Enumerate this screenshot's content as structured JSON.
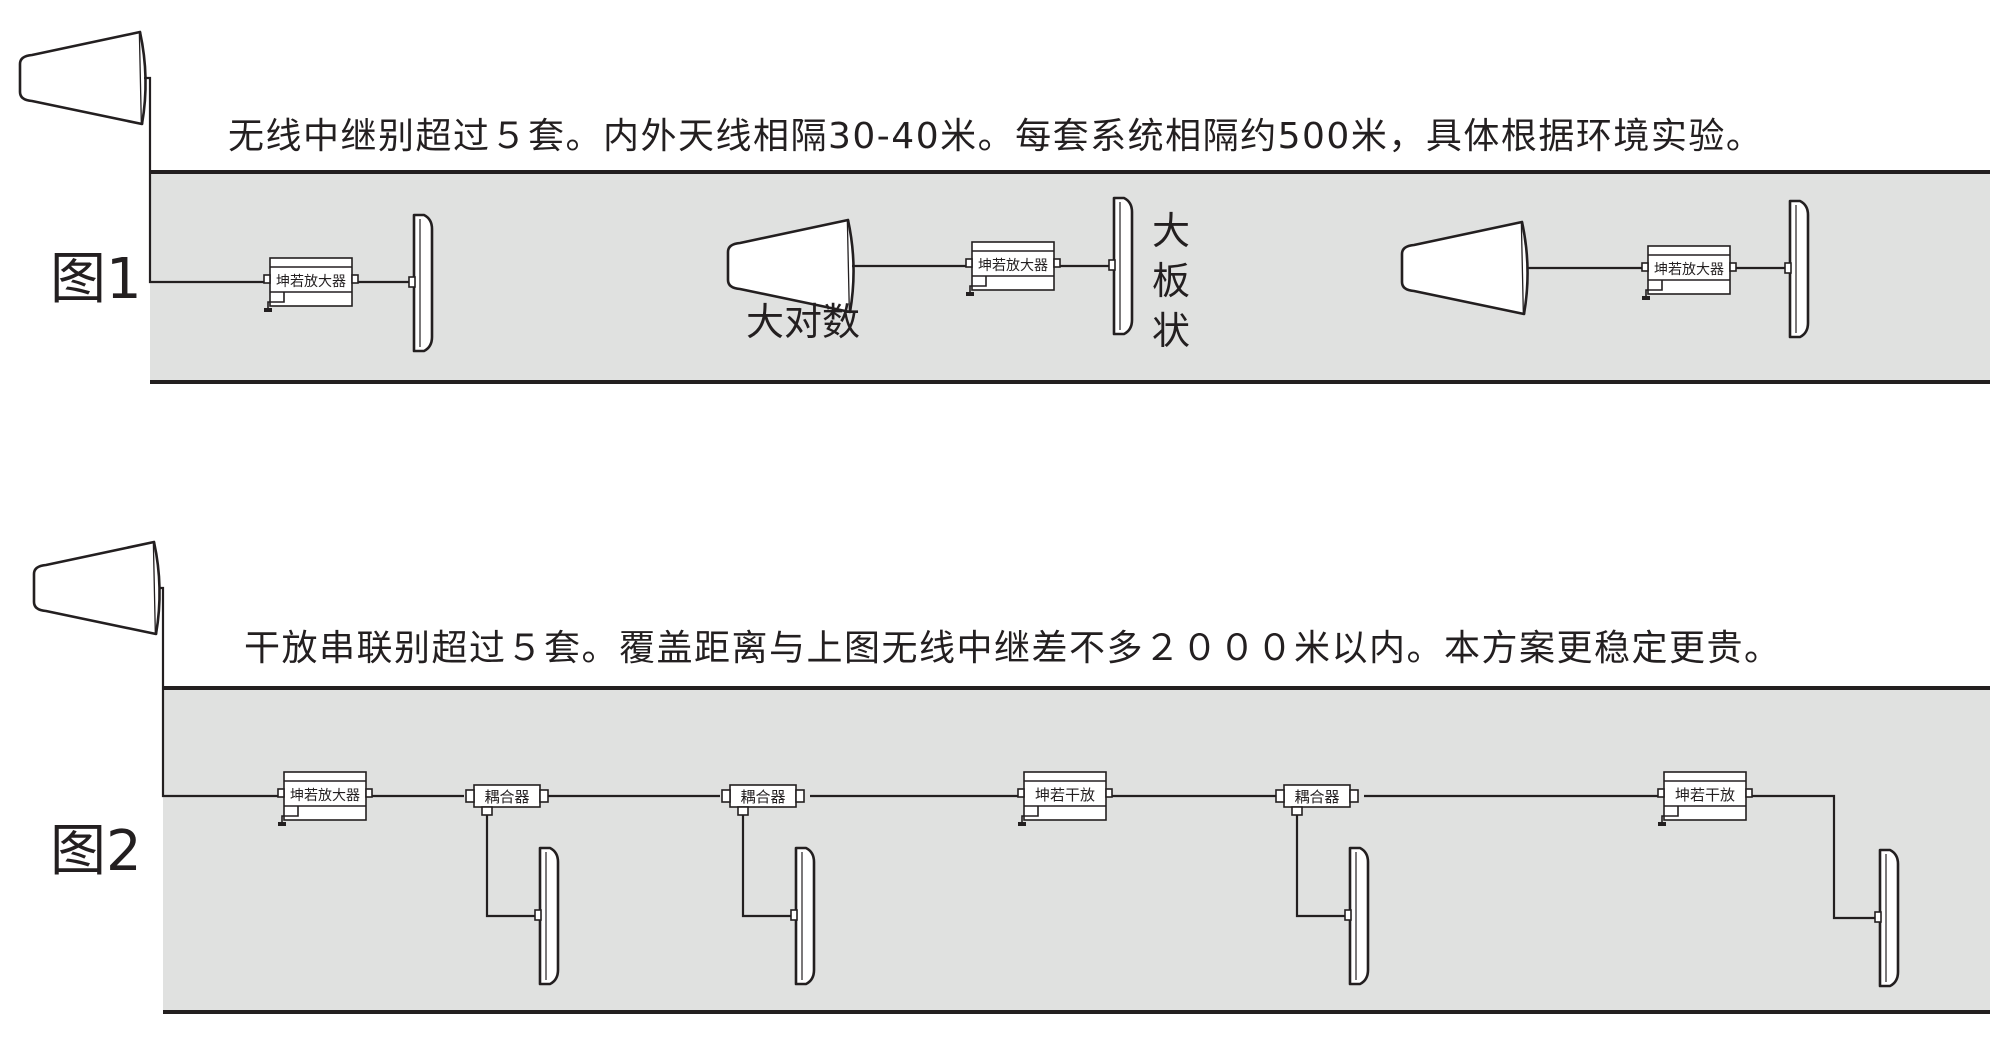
{
  "figure1": {
    "label": "图1",
    "caption": "无线中继别超过５套。内外天线相隔30-40米。每套系统相隔约500米，具体根据环境实验。",
    "amplifier_label": "坤若放大器",
    "yagi_label": "大对数",
    "panel_label": [
      "大",
      "板",
      "状"
    ]
  },
  "figure2": {
    "label": "图2",
    "caption": "干放串联别超过５套。覆盖距离与上图无线中继差不多２０００米以内。本方案更稳定更贵。",
    "amplifier_label": "坤若放大器",
    "coupler_label": "耦合器",
    "line_amp_label": "坤若干放"
  },
  "colors": {
    "line": "#231f20",
    "band": "#e0e1e0",
    "background": "#ffffff"
  }
}
